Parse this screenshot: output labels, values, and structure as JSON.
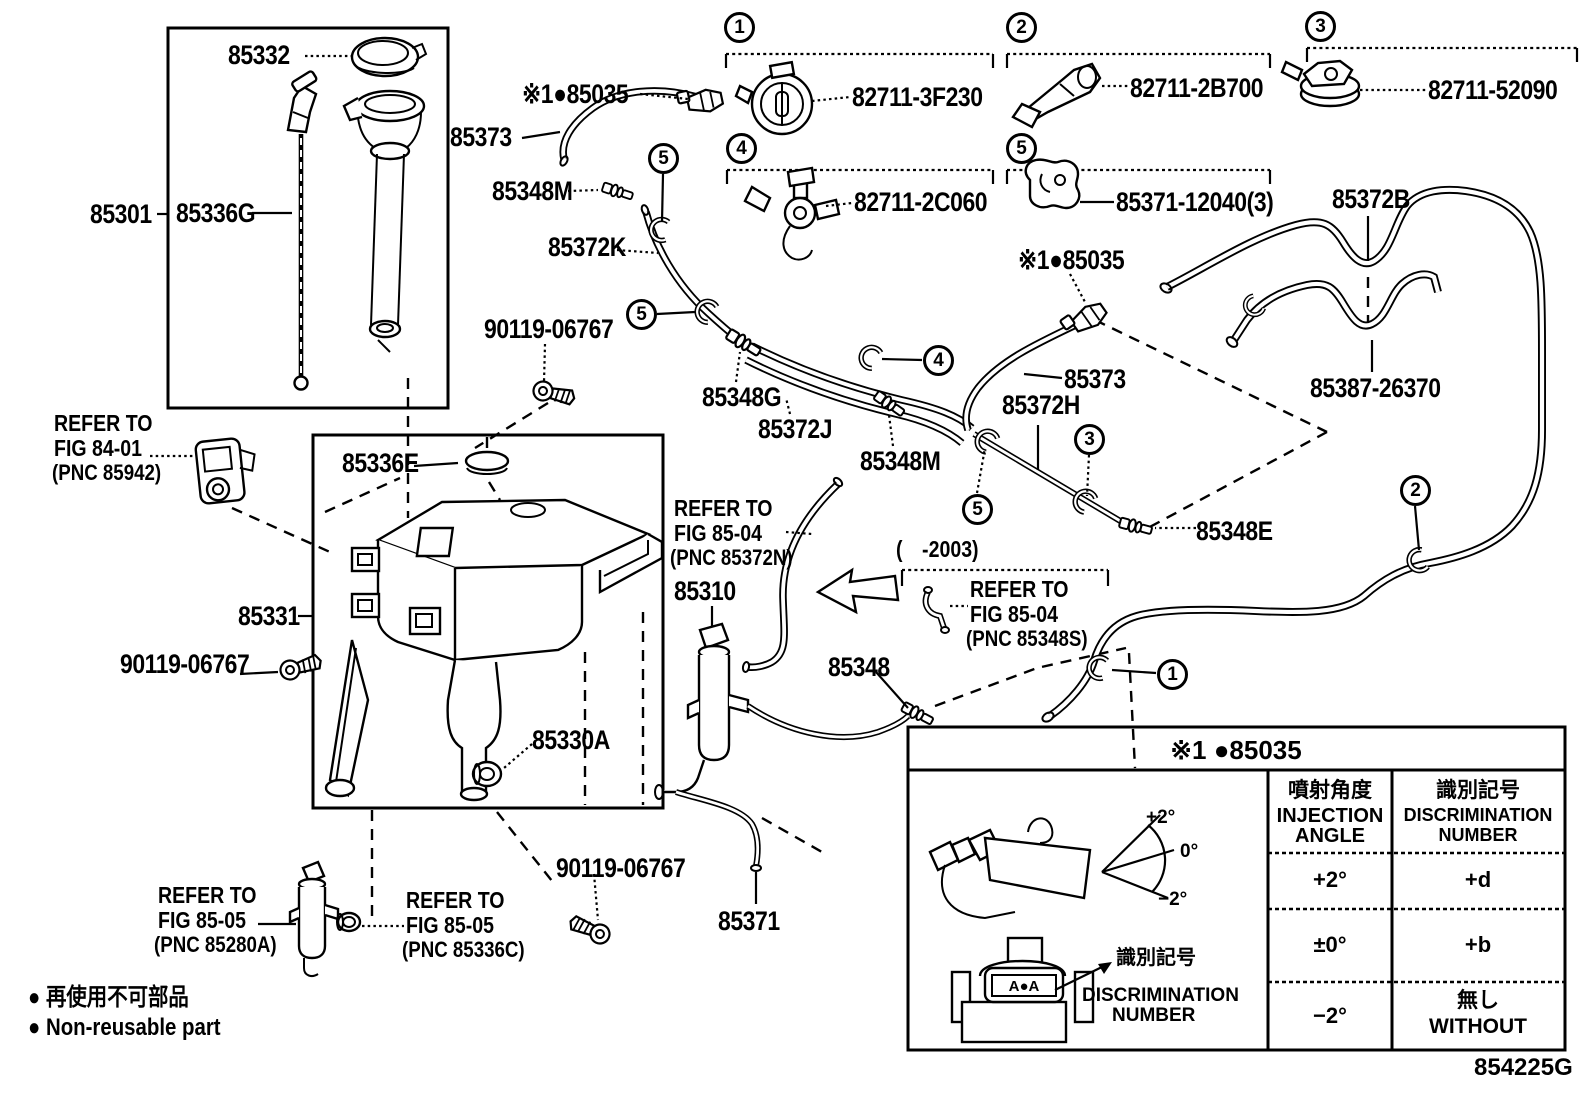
{
  "page": {
    "bg": "#ffffff",
    "ink": "#000000"
  },
  "doc_number": "854225G",
  "legend": {
    "jp": "● 再使用不可部品",
    "en": "● Non-reusable part"
  },
  "callouts": [
    {
      "num": "1",
      "part": "82711-3F230"
    },
    {
      "num": "2",
      "part": "82711-2B700"
    },
    {
      "num": "3",
      "part": "82711-52090"
    },
    {
      "num": "4",
      "part": "82711-2C060"
    },
    {
      "num": "5",
      "part": "85371-12040(3)"
    }
  ],
  "ref_circles": {
    "c1": "1",
    "c2": "2",
    "c3": "3",
    "c4": "4",
    "c5": "5"
  },
  "labels": {
    "p85332": "85332",
    "p85301": "85301",
    "p85336G": "85336G",
    "note85035": "※1●85035",
    "p85373": "85373",
    "p85348M": "85348M",
    "p85372K": "85372K",
    "p90119": "90119-06767",
    "p85336E": "85336E",
    "p85331": "85331",
    "p85330A": "85330A",
    "p85348G": "85348G",
    "p85372J": "85372J",
    "p85372H": "85372H",
    "p85348E": "85348E",
    "p85372B": "85372B",
    "p85387": "85387-26370",
    "p85310": "85310",
    "p85348": "85348",
    "p85371": "85371",
    "model_range": "(　-2003)"
  },
  "refer_notes": {
    "fig84_01": {
      "l1": "REFER TO",
      "l2": "FIG 84-01",
      "l3": "(PNC 85942)"
    },
    "fig85_04_a": {
      "l1": "REFER TO",
      "l2": "FIG 85-04",
      "l3": "(PNC 85372N)"
    },
    "fig85_04_b": {
      "l1": "REFER TO",
      "l2": "FIG 85-04",
      "l3": "(PNC 85348S)"
    },
    "fig85_05_a": {
      "l1": "REFER TO",
      "l2": "FIG 85-05",
      "l3": "(PNC 85280A)"
    },
    "fig85_05_b": {
      "l1": "REFER TO",
      "l2": "FIG 85-05",
      "l3": "(PNC 85336C)"
    }
  },
  "table": {
    "title": "※1 ●85035",
    "angle_header_jp": "噴射角度",
    "angle_header_en1": "INJECTION",
    "angle_header_en2": "ANGLE",
    "disc_header_jp": "識別記号",
    "disc_header_en1": "DISCRIMINATION",
    "disc_header_en2": "NUMBER",
    "rows": [
      {
        "angle": "+2°",
        "disc1": "+d",
        "disc2": ""
      },
      {
        "angle": "±0°",
        "disc1": "+b",
        "disc2": ""
      },
      {
        "angle": "−2°",
        "disc1": "無し",
        "disc2": "WITHOUT"
      }
    ],
    "fan_labels": {
      "top": "+2°",
      "mid": "0°",
      "bot": "−2°"
    },
    "disc_note_jp": "識別記号",
    "disc_note_en1": "DISCRIMINATION",
    "disc_note_en2": "NUMBER",
    "connector_mark": "A●A"
  }
}
